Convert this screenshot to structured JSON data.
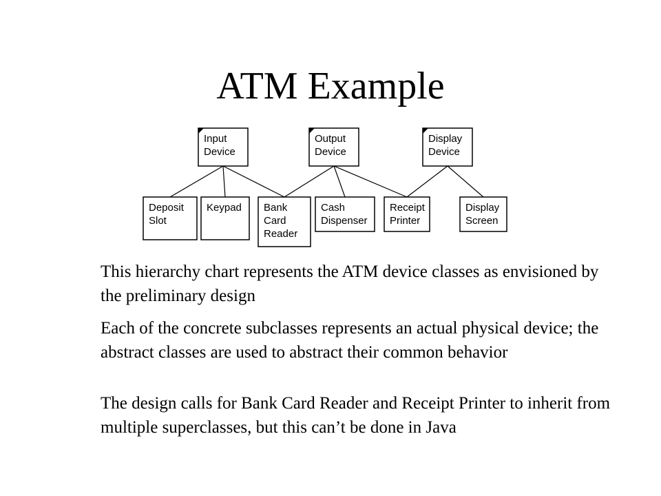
{
  "title": "ATM Example",
  "diagram": {
    "abstract_classes": [
      {
        "id": "input",
        "lines": [
          "Input",
          "Device"
        ]
      },
      {
        "id": "output",
        "lines": [
          "Output",
          "Device"
        ]
      },
      {
        "id": "display",
        "lines": [
          "Display",
          "Device"
        ]
      }
    ],
    "concrete_classes": [
      {
        "id": "deposit",
        "lines": [
          "Deposit",
          "Slot"
        ],
        "parents": [
          "input"
        ]
      },
      {
        "id": "keypad",
        "lines": [
          "Keypad"
        ],
        "parents": [
          "input"
        ]
      },
      {
        "id": "bankcard",
        "lines": [
          "Bank",
          "Card",
          "Reader"
        ],
        "parents": [
          "input",
          "output"
        ]
      },
      {
        "id": "cash",
        "lines": [
          "Cash",
          "Dispenser"
        ],
        "parents": [
          "output"
        ]
      },
      {
        "id": "receipt",
        "lines": [
          "Receipt",
          "Printer"
        ],
        "parents": [
          "output",
          "display"
        ]
      },
      {
        "id": "screen",
        "lines": [
          "Display",
          "Screen"
        ],
        "parents": [
          "display"
        ]
      }
    ]
  },
  "paragraphs": [
    "This hierarchy chart represents the ATM  device classes as envisioned by the preliminary design",
    "Each of the concrete subclasses represents an actual physical device; the abstract classes are used to abstract their common behavior",
    "The design calls for Bank Card Reader and Receipt Printer to inherit from multiple superclasses, but this can’t be done in Java"
  ]
}
